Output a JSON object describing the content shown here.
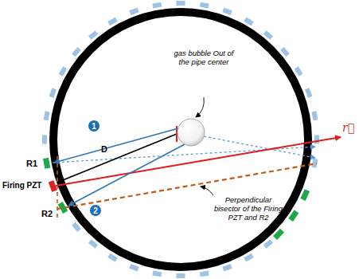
{
  "diagram": {
    "nodes": [
      {
        "text": [
          "1"
        ]
      },
      {
        "text": [
          "2"
        ]
      }
    ],
    "labels": [
      "R1",
      "Firing PZT",
      "R2",
      "D",
      "gas bubble Out of the pipe center",
      "Perpendicular bisector of the Firing PZT and R2",
      "r⃗"
    ]
  }
}
